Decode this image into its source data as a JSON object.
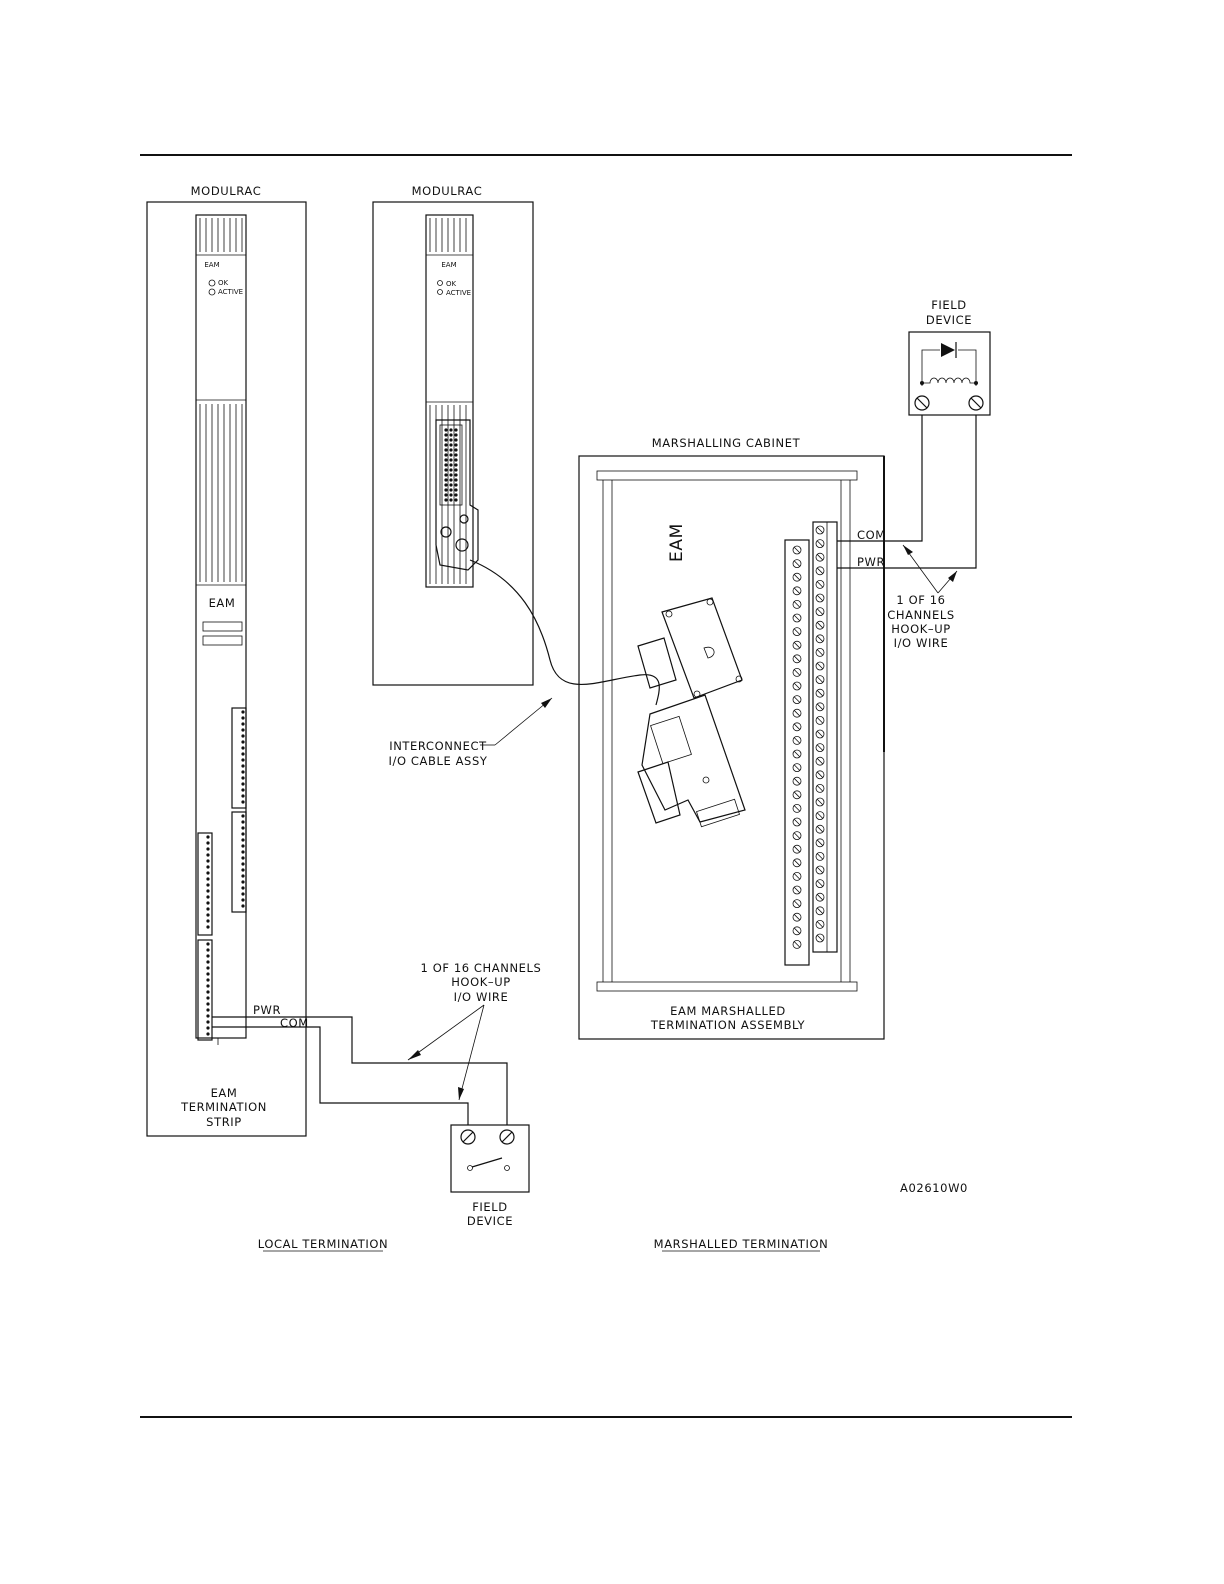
{
  "labels": {
    "modulrac_left": "MODULRAC",
    "modulrac_right": "MODULRAC",
    "eam_top_left": "EAM",
    "eam_top_right": "EAM",
    "led_ok": "OK",
    "led_active": "ACTIVE",
    "eam_mid_left": "EAM",
    "pwr_local": "PWR",
    "com_local": "COM",
    "termination_strip_1": "EAM",
    "termination_strip_2": "TERMINATION",
    "termination_strip_3": "STRIP",
    "channels_local_1": "1  OF  16  CHANNELS",
    "channels_local_2": "HOOK–UP",
    "channels_local_3": "I/O  WIRE",
    "field_device_local_1": "FIELD",
    "field_device_local_2": "DEVICE",
    "interconnect_1": "INTERCONNECT",
    "interconnect_2": "I/O  CABLE  ASSY",
    "marshalling_cabinet": "MARSHALLING  CABINET",
    "eam_cabinet": "EAM",
    "com_marsh": "COM",
    "pwr_marsh": "PWR",
    "channels_marsh_1": "1  OF  16",
    "channels_marsh_2": "CHANNELS",
    "channels_marsh_3": "HOOK–UP",
    "channels_marsh_4": "I/O  WIRE",
    "field_device_marsh_1": "FIELD",
    "field_device_marsh_2": "DEVICE",
    "mta_1": "EAM  MARSHALLED",
    "mta_2": "TERMINATION  ASSEMBLY",
    "figure_code": "A02610W0",
    "caption_local": "LOCAL  TERMINATION",
    "caption_marshalled": "MARSHALLED  TERMINATION"
  }
}
